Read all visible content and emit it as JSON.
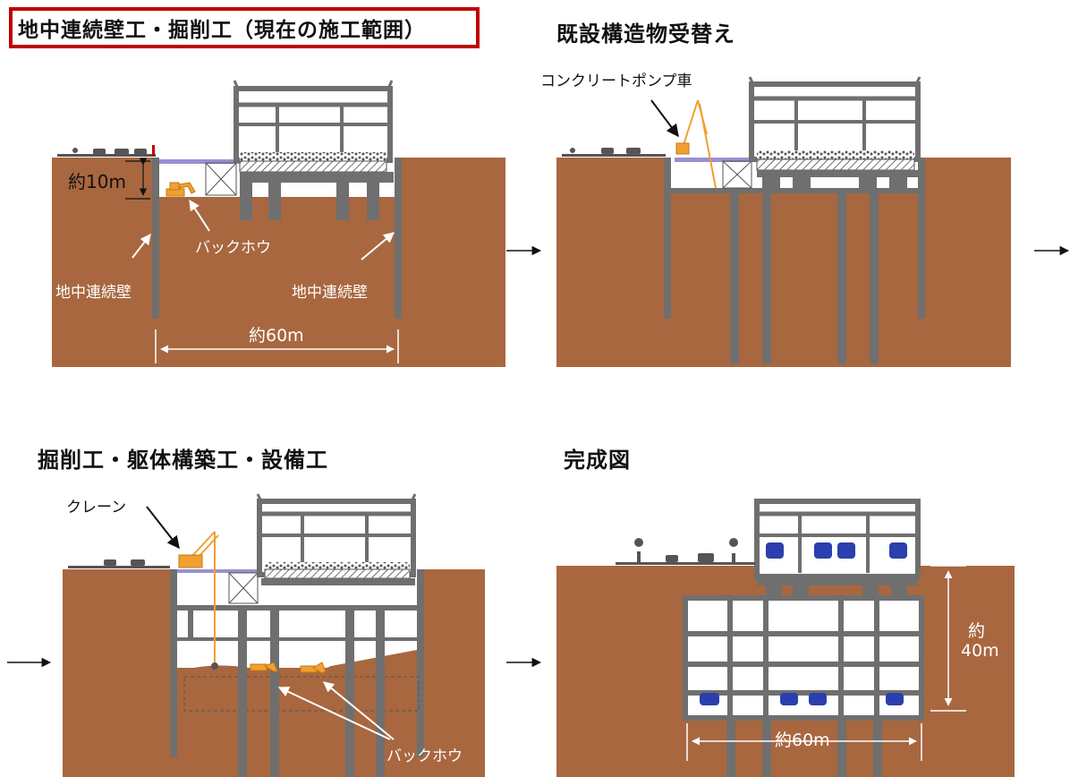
{
  "panels": {
    "excavation": {
      "title": "地中連続壁工・掘削工（現在の施工範囲）",
      "depth": "約10m",
      "backhoe": "バックホウ",
      "wall_left": "地中連続壁",
      "wall_right": "地中連続壁",
      "width": "約60m"
    },
    "replacement": {
      "title": "既設構造物受替え",
      "pump_truck": "コンクリートポンプ車"
    },
    "construction": {
      "title": "掘削工・躯体構築工・設備工",
      "crane": "クレーン",
      "backhoe": "バックホウ"
    },
    "complete": {
      "title": "完成図",
      "depth_1": "約",
      "depth_2": "40m",
      "width": "約60m"
    }
  },
  "colors": {
    "soil": "#a8673f",
    "concrete": "#6f6f6f",
    "frame": "#d9d9d9",
    "road": "#9b8fd0",
    "machine": "#f0a030",
    "accent": "#c00000"
  }
}
